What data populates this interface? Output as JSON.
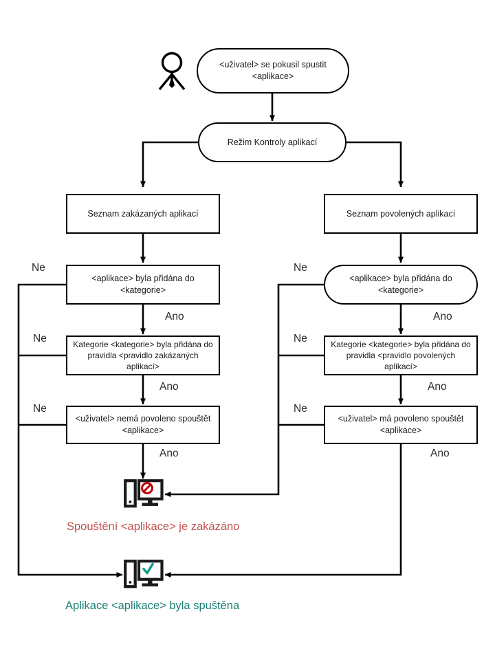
{
  "diagram": {
    "title": "Rezim Kontroly aplikaci - rozhodovaci diagram",
    "colors": {
      "stroke": "#000000",
      "denied_text": "#c0504d",
      "allowed_text": "#1b7f74",
      "denied_icon": "#c00000",
      "allowed_icon": "#18a08a",
      "device_icon": "#1a1a1a"
    }
  },
  "actor": {
    "name": "user-actor-icon"
  },
  "nodes": {
    "start": {
      "text": "<uživatel> se pokusil spustit <aplikace>",
      "line1": "<uživatel> se pokusil spustit",
      "line2": "<aplikace>",
      "shape": "rounded"
    },
    "mode": {
      "text": "Režim Kontroly aplikací",
      "shape": "rounded"
    },
    "denylist": {
      "text": "Seznam zakázaných aplikací",
      "shape": "rect"
    },
    "allowlist": {
      "text": "Seznam povolených aplikací",
      "shape": "rect"
    },
    "deny_q1": {
      "text": "<aplikace> byla přidána do <kategorie>",
      "shape": "rect"
    },
    "deny_q2": {
      "line1": "Kategorie <kategorie> byla přidána do",
      "line2": "pravidla <pravidlo zakázaných aplikací>",
      "shape": "rect"
    },
    "deny_q3": {
      "line1": "<uživatel> nemá povoleno spouštět",
      "line2": "<aplikace>",
      "shape": "rect"
    },
    "allow_q1": {
      "text": "<aplikace> byla přidána do <kategorie>",
      "shape": "rounded"
    },
    "allow_q2": {
      "line1": "Kategorie <kategorie> byla přidána do",
      "line2": "pravidla <pravidlo povolených aplikací>",
      "shape": "rect"
    },
    "allow_q3": {
      "line1": "<uživatel> má povoleno spouštět",
      "line2": "<aplikace>",
      "shape": "rect"
    }
  },
  "edge_labels": {
    "deny_no_1": "Ne",
    "deny_no_2": "Ne",
    "deny_no_3": "Ne",
    "deny_yes_1": "Ano",
    "deny_yes_2": "Ano",
    "deny_yes_3": "Ano",
    "allow_no_1": "Ne",
    "allow_no_2": "Ne",
    "allow_no_3": "Ne",
    "allow_yes_1": "Ano",
    "allow_yes_2": "Ano",
    "allow_yes_3": "Ano"
  },
  "outcomes": {
    "denied": {
      "icon": "monitor-blocked-icon",
      "caption": "Spouštění <aplikace> je zakázáno"
    },
    "allowed": {
      "icon": "monitor-check-icon",
      "caption": "Aplikace <aplikace> byla spuštěna"
    }
  }
}
